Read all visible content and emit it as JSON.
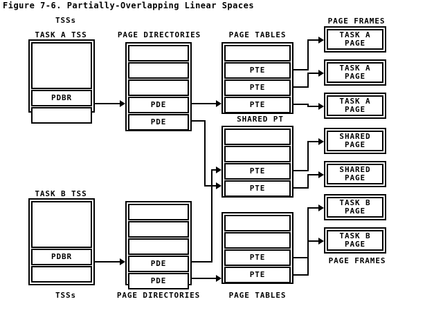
{
  "figure": {
    "title": "Figure 7-6. Partially-Overlapping Linear Spaces"
  },
  "labels": {
    "tss_top": "TSSs",
    "tss_bottom": "TSSs",
    "task_a_tss": "TASK A TSS",
    "task_b_tss": "TASK B TSS",
    "page_directories_top": "PAGE DIRECTORIES",
    "page_directories_bottom": "PAGE DIRECTORIES",
    "page_tables_top": "PAGE TABLES",
    "page_tables_bottom": "PAGE TABLES",
    "shared_pt": "SHARED PT",
    "page_frames_top": "PAGE FRAMES",
    "page_frames_bottom": "PAGE FRAMES"
  },
  "task_a_tss": {
    "rows": [
      {
        "text": "",
        "kind": "blank-tall"
      },
      {
        "text": "PDBR",
        "kind": "entry"
      },
      {
        "text": "",
        "kind": "blank"
      }
    ]
  },
  "task_b_tss": {
    "rows": [
      {
        "text": "",
        "kind": "blank-tall"
      },
      {
        "text": "PDBR",
        "kind": "entry"
      },
      {
        "text": "",
        "kind": "blank"
      }
    ]
  },
  "page_directory_a": {
    "rows": [
      {
        "text": "",
        "kind": "blank"
      },
      {
        "text": "",
        "kind": "blank"
      },
      {
        "text": "",
        "kind": "blank"
      },
      {
        "text": "PDE",
        "kind": "entry"
      },
      {
        "text": "PDE",
        "kind": "entry"
      }
    ]
  },
  "page_directory_b": {
    "rows": [
      {
        "text": "",
        "kind": "blank"
      },
      {
        "text": "",
        "kind": "blank"
      },
      {
        "text": "",
        "kind": "blank"
      },
      {
        "text": "PDE",
        "kind": "entry"
      },
      {
        "text": "PDE",
        "kind": "entry"
      }
    ]
  },
  "page_table_a": {
    "rows": [
      {
        "text": "",
        "kind": "blank"
      },
      {
        "text": "PTE",
        "kind": "entry"
      },
      {
        "text": "PTE",
        "kind": "entry"
      },
      {
        "text": "PTE",
        "kind": "entry"
      }
    ]
  },
  "shared_page_table": {
    "rows": [
      {
        "text": "",
        "kind": "blank"
      },
      {
        "text": "",
        "kind": "blank"
      },
      {
        "text": "PTE",
        "kind": "entry"
      },
      {
        "text": "PTE",
        "kind": "entry"
      }
    ]
  },
  "page_table_b": {
    "rows": [
      {
        "text": "",
        "kind": "blank"
      },
      {
        "text": "",
        "kind": "blank"
      },
      {
        "text": "PTE",
        "kind": "entry"
      },
      {
        "text": "PTE",
        "kind": "entry"
      }
    ]
  },
  "page_frames": [
    {
      "line1": "TASK A",
      "line2": "PAGE"
    },
    {
      "line1": "TASK A",
      "line2": "PAGE"
    },
    {
      "line1": "TASK A",
      "line2": "PAGE"
    },
    {
      "line1": "SHARED",
      "line2": "PAGE"
    },
    {
      "line1": "SHARED",
      "line2": "PAGE"
    },
    {
      "line1": "TASK B",
      "line2": "PAGE"
    },
    {
      "line1": "TASK B",
      "line2": "PAGE"
    }
  ],
  "colors": {
    "ink": "#000000",
    "paper": "#ffffff"
  }
}
